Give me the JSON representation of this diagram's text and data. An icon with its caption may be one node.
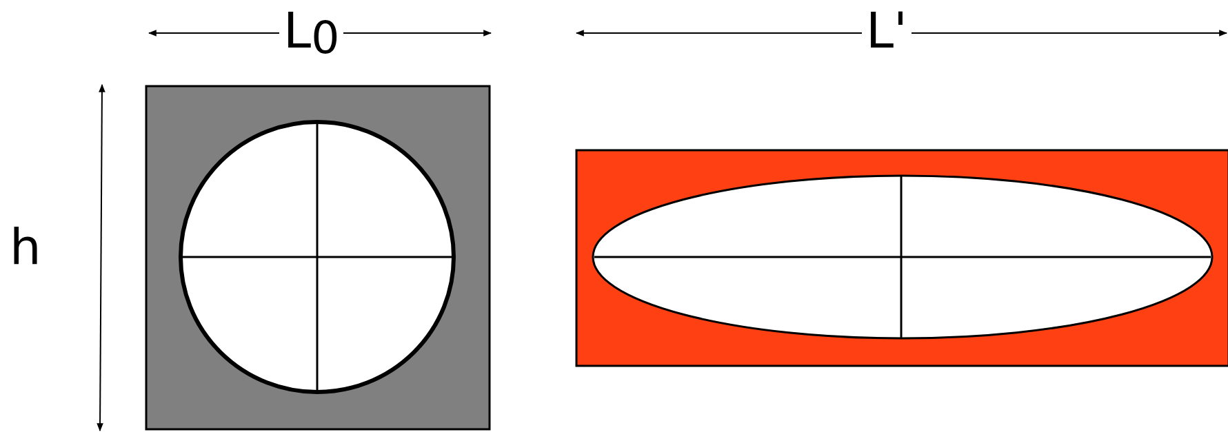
{
  "diagram": {
    "labels": [
      "L$_{0}$",
      "L'",
      "h"
    ]
  }
}
